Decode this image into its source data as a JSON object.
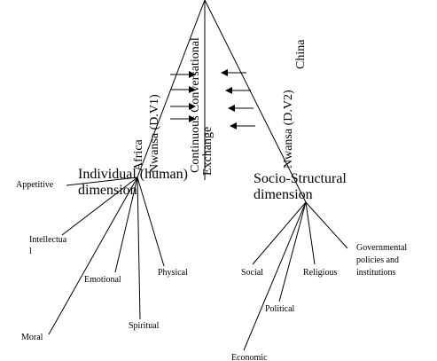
{
  "labels": {
    "dv1": "Nwansa (D.V1)",
    "dv1_africa": "Africa",
    "center_continuous": "Continuous Conversational",
    "center_exchange": "Exchange",
    "dv2": "Nwansa (D.V2)",
    "dv2_china": "China",
    "individual_line1": "Individual (human)",
    "individual_line2": "dimension",
    "socio_line1": "Socio-Structural",
    "socio_line2": "dimension"
  },
  "individual_items": {
    "appetitive": "Appetitive",
    "intellectual_1": "Intellectua",
    "intellectual_2": "l",
    "emotional": "Emotional",
    "physical": "Physical",
    "spiritual": "Spiritual",
    "moral": "Moral"
  },
  "socio_items": {
    "social": "Social",
    "religious": "Religious",
    "governmental_1": "Governmental",
    "governmental_2": "policies and",
    "governmental_3": "institutions",
    "political": "Political",
    "economic": "Economic"
  }
}
